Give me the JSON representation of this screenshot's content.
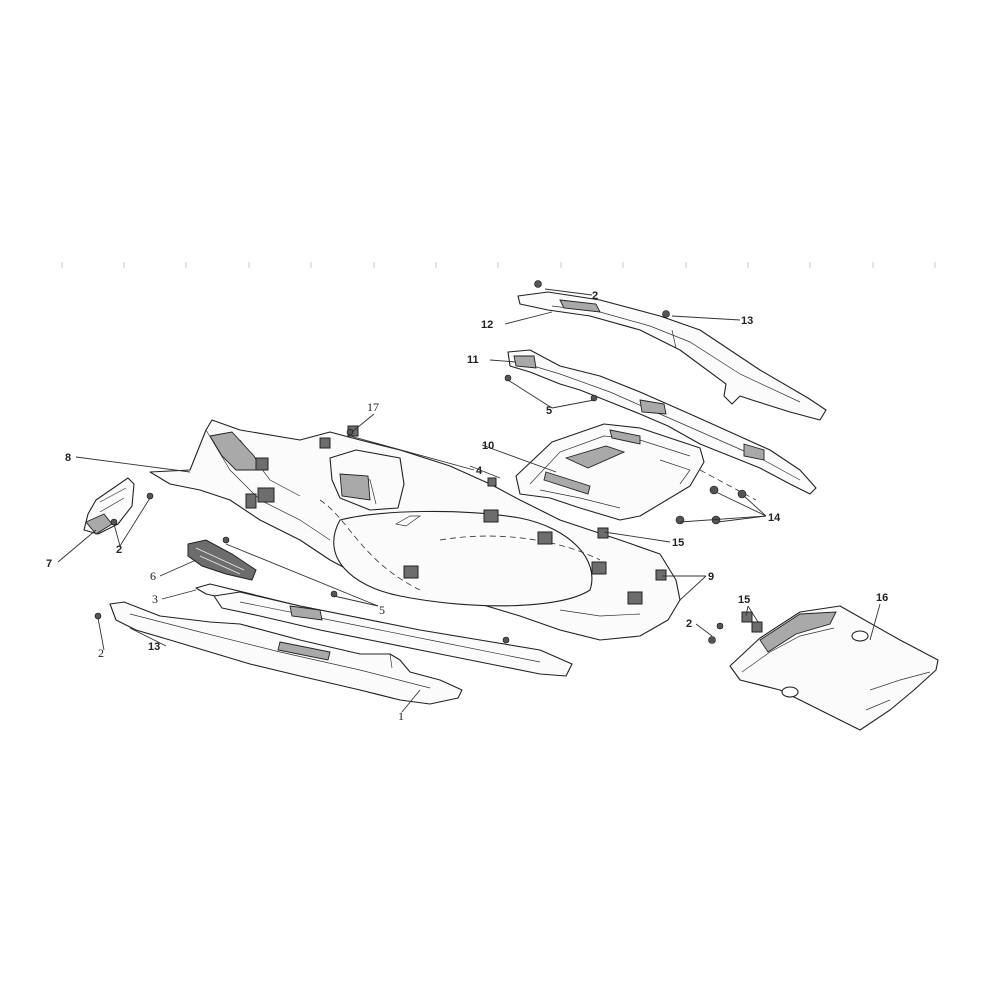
{
  "diagram": {
    "labels": [
      "1",
      "2",
      "2",
      "2",
      "2",
      "3",
      "4",
      "5",
      "5",
      "6",
      "7",
      "8",
      "9",
      "10",
      "11",
      "12",
      "13",
      "13",
      "14",
      "15",
      "15",
      "16",
      "17"
    ]
  },
  "colors": {
    "line": "#222222",
    "fill": "#fbfbfb",
    "dark_fill": "#6d6d6d",
    "background": "#ffffff"
  }
}
